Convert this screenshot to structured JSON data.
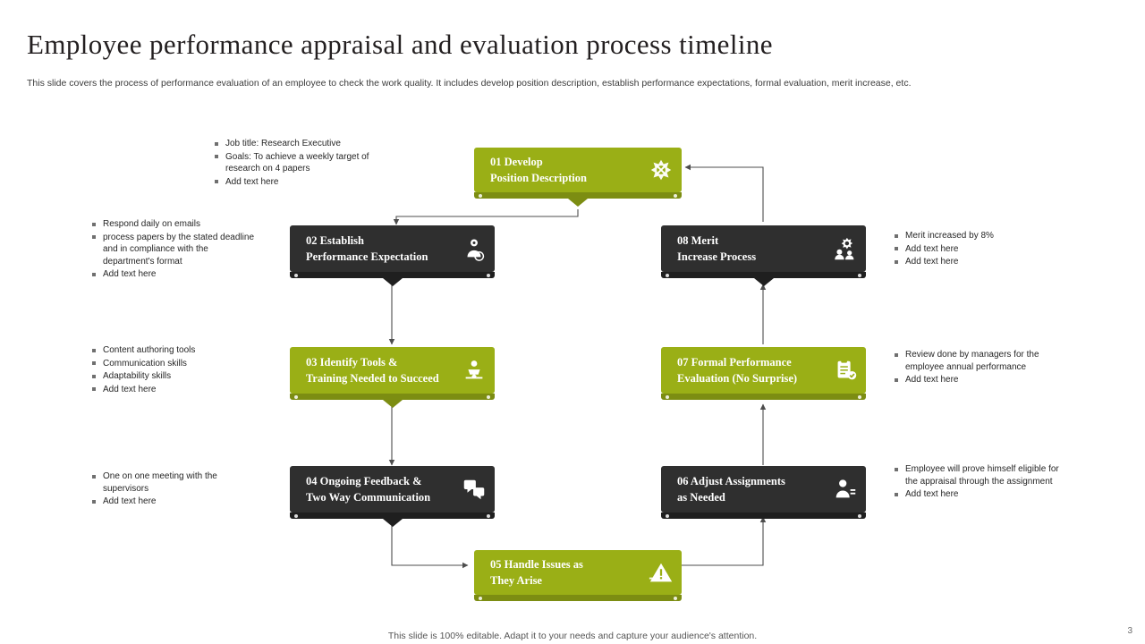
{
  "header": {
    "title": "Employee  performance  appraisal  and  evaluation  process  timeline",
    "subtitle": "This slide covers the process of performance evaluation of an employee to check the work quality. It includes develop position description, establish performance expectations, formal evaluation, merit increase, etc."
  },
  "footer": {
    "note": "This slide is 100% editable. Adapt it to your needs and capture your audience's attention.",
    "page_number": "3"
  },
  "colors": {
    "green": "#9aaf16",
    "green_shadow": "#7c8d12",
    "dark": "#2f2f2f",
    "dark_shadow": "#1f1f1f",
    "text": "#231f20"
  },
  "steps": [
    {
      "id": "step-01",
      "number": "01",
      "label": "01 Develop\nPosition Description",
      "style": "green",
      "icon": "gears-settings-icon"
    },
    {
      "id": "step-02",
      "number": "02",
      "label": "02 Establish\nPerformance Expectation",
      "style": "dark",
      "icon": "user-target-icon"
    },
    {
      "id": "step-03",
      "number": "03",
      "label": "03 Identify Tools &\nTraining Needed to Succeed",
      "style": "green",
      "icon": "gear-person-icon"
    },
    {
      "id": "step-04",
      "number": "04",
      "label": "04 Ongoing Feedback &\nTwo Way Communication",
      "style": "dark",
      "icon": "chat-bubbles-icon"
    },
    {
      "id": "step-05",
      "number": "05",
      "label": "05 Handle Issues as\nThey Arise",
      "style": "green",
      "icon": "warning-triangle-icon"
    },
    {
      "id": "step-06",
      "number": "06",
      "label": "06 Adjust Assignments\nas Needed",
      "style": "dark",
      "icon": "user-edit-icon"
    },
    {
      "id": "step-07",
      "number": "07",
      "label": "07 Formal Performance\nEvaluation (No Surprise)",
      "style": "green",
      "icon": "clipboard-checklist-icon"
    },
    {
      "id": "step-08",
      "number": "08",
      "label": "08 Merit\nIncrease Process",
      "style": "dark",
      "icon": "gear-people-icon"
    }
  ],
  "annotations": {
    "step01": [
      "Job title: Research Executive",
      "Goals: To achieve a weekly target of  research on 4 papers",
      "Add text here"
    ],
    "step02": [
      "Respond daily on emails",
      "process papers by the stated deadline and in compliance with the department's format",
      "Add text here"
    ],
    "step03": [
      "Content authoring tools",
      "Communication skills",
      "Adaptability skills",
      "Add text here"
    ],
    "step04": [
      "One on one meeting with the supervisors",
      "Add text here"
    ],
    "step06": [
      "Employee will  prove himself eligible for the appraisal through the assignment",
      "Add text here"
    ],
    "step07": [
      "Review done by managers for the employee  annual performance",
      "Add text here"
    ],
    "step08": [
      "Merit increased by 8%",
      "Add text here",
      "Add text here"
    ]
  }
}
